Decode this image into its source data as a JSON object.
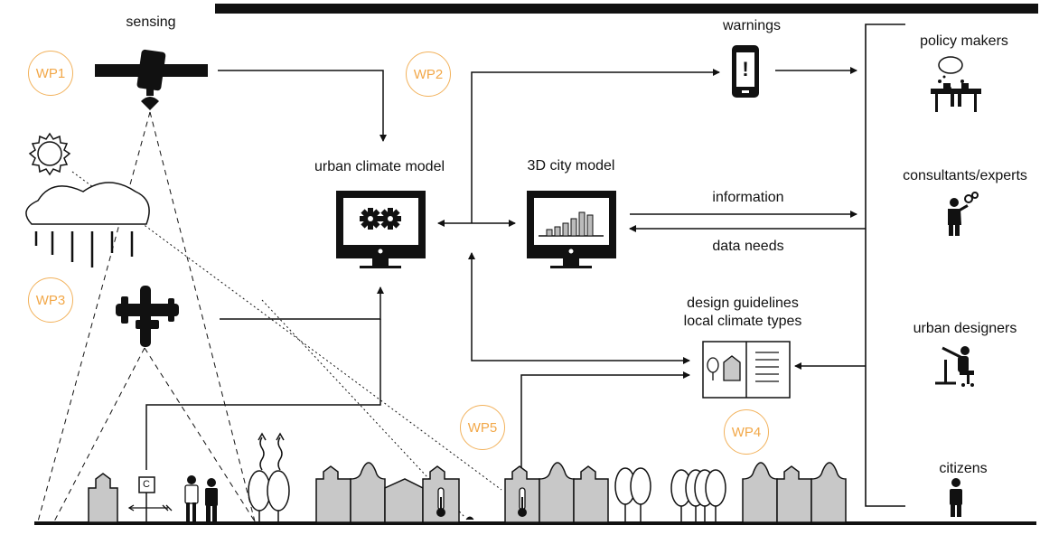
{
  "labels": {
    "sensing": "sensing",
    "warnings": "warnings",
    "urban_climate_model": "urban climate model",
    "city_model_3d": "3D city model",
    "information": "information",
    "data_needs": "data needs",
    "design_guidelines": "design guidelines",
    "local_climate_types": "local climate types",
    "policy_makers": "policy makers",
    "consultants_experts": "consultants/experts",
    "urban_designers": "urban designers",
    "citizens": "citizens",
    "station_letter": "C",
    "warning_symbol": "!"
  },
  "work_packages": {
    "wp1": "WP1",
    "wp2": "WP2",
    "wp3": "WP3",
    "wp4": "WP4",
    "wp5": "WP5"
  },
  "colors": {
    "wp_orange": "#f2a849",
    "building_gray": "#c8c8c8",
    "line_black": "#111111"
  },
  "icons": [
    "satellite-icon",
    "sun-icon",
    "rain-cloud-icon",
    "airplane-icon",
    "monitor-gears-icon",
    "monitor-barchart-icon",
    "smartphone-warning-icon",
    "guidelines-book-icon",
    "meeting-icon",
    "expert-gears-icon",
    "designer-desk-icon",
    "citizen-icon",
    "weather-station-icon",
    "thermometer-icon",
    "heat-waves-icon"
  ]
}
